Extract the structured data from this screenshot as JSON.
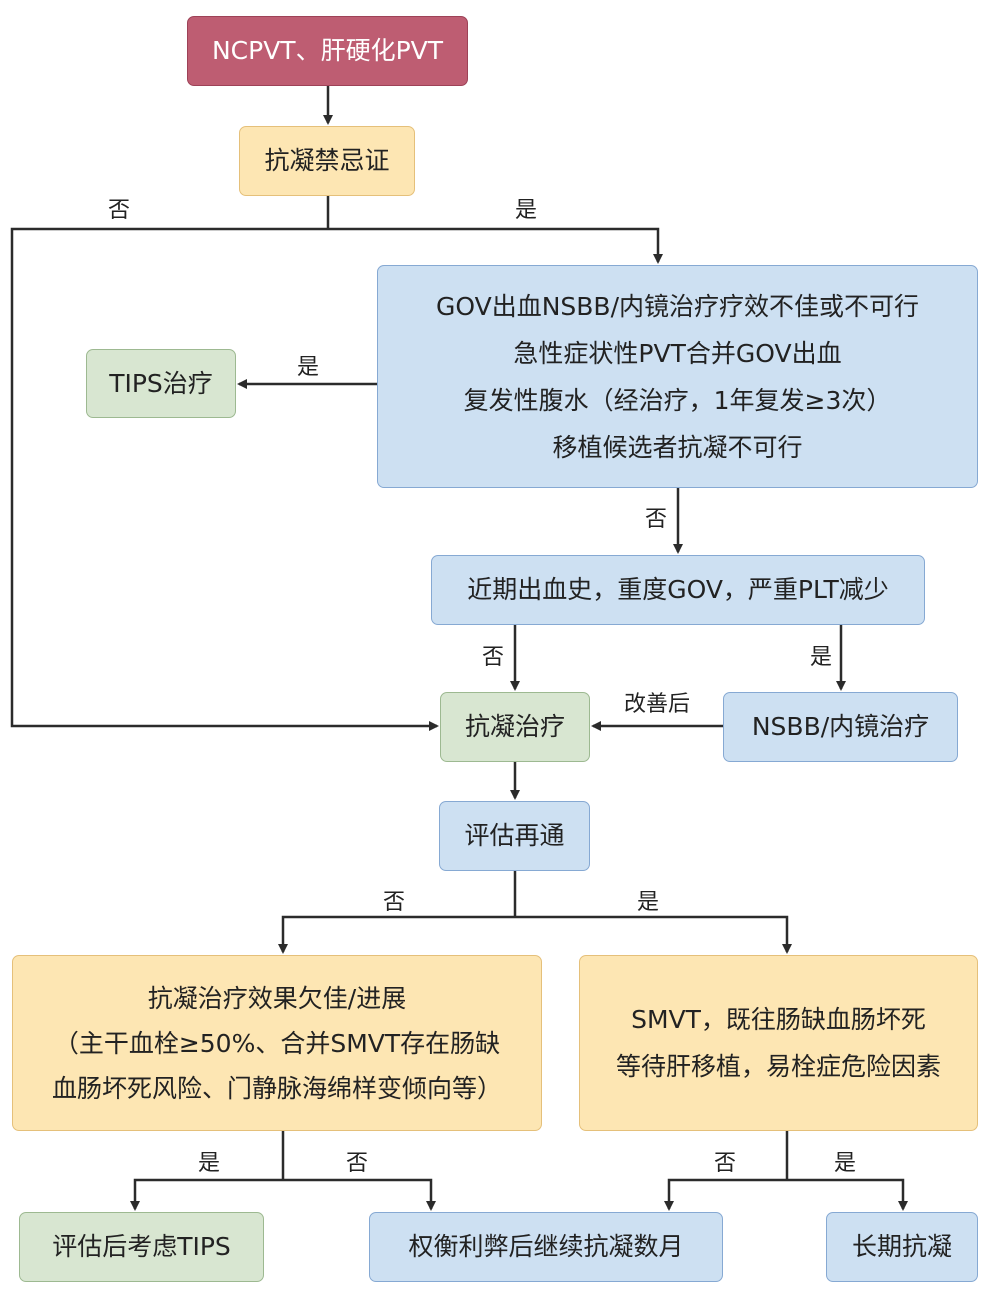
{
  "nodes": {
    "start": "NCPVT、肝硬化PVT",
    "contraindication": "抗凝禁忌证",
    "tips_criteria": [
      "GOV出血NSBB/内镜治疗疗效不佳或不可行",
      "急性症状性PVT合并GOV出血",
      "复发性腹水（经治疗，1年复发≥3次）",
      "移植候选者抗凝不可行"
    ],
    "tips_treatment": "TIPS治疗",
    "bleeding_risk": "近期出血史，重度GOV，严重PLT减少",
    "anticoagulation": "抗凝治疗",
    "nsbb_endoscopy": "NSBB/内镜治疗",
    "assess_recanalization": "评估再通",
    "poor_effect": [
      "抗凝治疗效果欠佳/进展",
      "（主干血栓≥50%、合并SMVT存在肠缺",
      "血肠坏死风险、门静脉海绵样变倾向等）"
    ],
    "smvt_history": [
      "SMVT，既往肠缺血肠坏死",
      "等待肝移植，易栓症危险因素"
    ],
    "consider_tips": "评估后考虑TIPS",
    "continue_months": "权衡利弊后继续抗凝数月",
    "long_term": "长期抗凝"
  },
  "labels": {
    "no": "否",
    "yes": "是",
    "after_improvement": "改善后"
  },
  "colors": {
    "red": "#be5d72",
    "yellow": "#fde6b3",
    "blue": "#cde0f2",
    "green": "#d8e6d1",
    "line": "#2b2b2b"
  }
}
